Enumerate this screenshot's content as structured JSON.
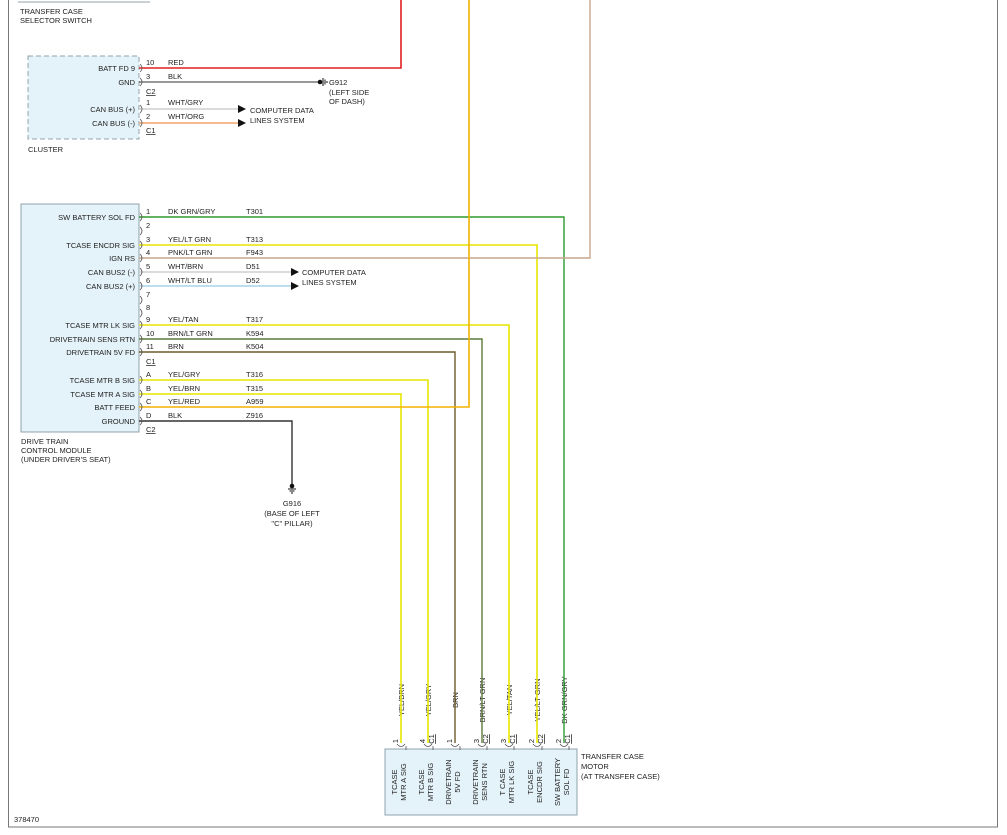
{
  "diagram_id": "378470",
  "colors": {
    "red": "#e02020",
    "black": "#333333",
    "tan": "#c9a58c",
    "orange": "#f5a623",
    "light_gray": "#cfcfcf",
    "light_orange": "#f0a36b",
    "dk_green": "#2e9a2e",
    "yellow": "#e6e600",
    "yel_orange": "#f2b200",
    "light_blue": "#a8d3e8",
    "brown": "#6b5a2a",
    "olive": "#5c7a3a",
    "module_fill": "#e4f2f9",
    "module_border": "#8fa3ad"
  },
  "selector_switch": {
    "line1": "TRANSFER CASE",
    "line2": "SELECTOR SWITCH"
  },
  "cluster": {
    "name": "CLUSTER",
    "pins": [
      {
        "label": "BATT FD 9",
        "pin": "10",
        "wire": "RED",
        "circuit": ""
      },
      {
        "label": "GND",
        "pin": "3",
        "wire": "BLK",
        "circuit": ""
      },
      {
        "label": "CAN BUS (+)",
        "pin": "1",
        "wire": "WHT/GRY",
        "circuit": ""
      },
      {
        "label": "CAN BUS (-)",
        "pin": "2",
        "wire": "WHT/ORG",
        "circuit": ""
      }
    ],
    "connectors": [
      "C2",
      "C1"
    ],
    "data_lines": {
      "line1": "COMPUTER DATA",
      "line2": "LINES SYSTEM"
    }
  },
  "g912": {
    "name": "G912",
    "line1": "(LEFT SIDE",
    "line2": "OF DASH)"
  },
  "dtcm": {
    "name_lines": [
      "DRIVE TRAIN",
      "CONTROL MODULE",
      "(UNDER DRIVER'S SEAT)"
    ],
    "pins": [
      {
        "label": "SW BATTERY SOL FD",
        "pin": "1",
        "wire": "DK GRN/GRY",
        "circuit": "T301"
      },
      {
        "label": "",
        "pin": "2",
        "wire": "",
        "circuit": ""
      },
      {
        "label": "TCASE ENCDR SIG",
        "pin": "3",
        "wire": "YEL/LT GRN",
        "circuit": "T313"
      },
      {
        "label": "IGN RS",
        "pin": "4",
        "wire": "PNK/LT GRN",
        "circuit": "F943"
      },
      {
        "label": "CAN BUS2 (-)",
        "pin": "5",
        "wire": "WHT/BRN",
        "circuit": "D51"
      },
      {
        "label": "CAN BUS2 (+)",
        "pin": "6",
        "wire": "WHT/LT BLU",
        "circuit": "D52"
      },
      {
        "label": "",
        "pin": "7",
        "wire": "",
        "circuit": ""
      },
      {
        "label": "",
        "pin": "8",
        "wire": "",
        "circuit": ""
      },
      {
        "label": "TCASE MTR LK SIG",
        "pin": "9",
        "wire": "YEL/TAN",
        "circuit": "T317"
      },
      {
        "label": "DRIVETRAIN SENS RTN",
        "pin": "10",
        "wire": "BRN/LT GRN",
        "circuit": "K594"
      },
      {
        "label": "DRIVETRAIN 5V FD",
        "pin": "11",
        "wire": "BRN",
        "circuit": "K504"
      },
      {
        "label": "TCASE MTR B SIG",
        "pin": "A",
        "wire": "YEL/GRY",
        "circuit": "T316"
      },
      {
        "label": "TCASE MTR A SIG",
        "pin": "B",
        "wire": "YEL/BRN",
        "circuit": "T315"
      },
      {
        "label": "BATT FEED",
        "pin": "C",
        "wire": "YEL/RED",
        "circuit": "A959"
      },
      {
        "label": "GROUND",
        "pin": "D",
        "wire": "BLK",
        "circuit": "Z916"
      }
    ],
    "connectors": [
      "C1",
      "C2"
    ],
    "data_lines": {
      "line1": "COMPUTER DATA",
      "line2": "LINES SYSTEM"
    }
  },
  "g916": {
    "name": "G916",
    "line1": "(BASE OF LEFT",
    "line2": "\"C\" PILLAR)"
  },
  "motor": {
    "name_lines": [
      "TRANSFER CASE",
      "MOTOR",
      "(AT TRANSFER CASE)"
    ],
    "pins": [
      {
        "wire": "YEL/BRN",
        "pin": "1",
        "conn": "",
        "label1": "TCASE",
        "label2": "MTR A SIG"
      },
      {
        "wire": "YEL/GRY",
        "pin": "4",
        "conn": "C1",
        "label1": "TCASE",
        "label2": "MTR B SIG"
      },
      {
        "wire": "BRN",
        "pin": "1",
        "conn": "",
        "label1": "DRIVETRAIN",
        "label2": "5V FD"
      },
      {
        "wire": "BRN/LT GRN",
        "pin": "3",
        "conn": "C2",
        "label1": "DRIVETRAIN",
        "label2": "SENS RTN"
      },
      {
        "wire": "YEL/TAN",
        "pin": "3",
        "conn": "C1",
        "label1": "T CASE",
        "label2": "MTR LK SIG"
      },
      {
        "wire": "YEL/LT GRN",
        "pin": "2",
        "conn": "C2",
        "label1": "TCASE",
        "label2": "ENCDR SIG"
      },
      {
        "wire": "DK GRN/GRY",
        "pin": "2",
        "conn": "C1",
        "label1": "SW BATTERY",
        "label2": "SOL FD"
      }
    ]
  }
}
